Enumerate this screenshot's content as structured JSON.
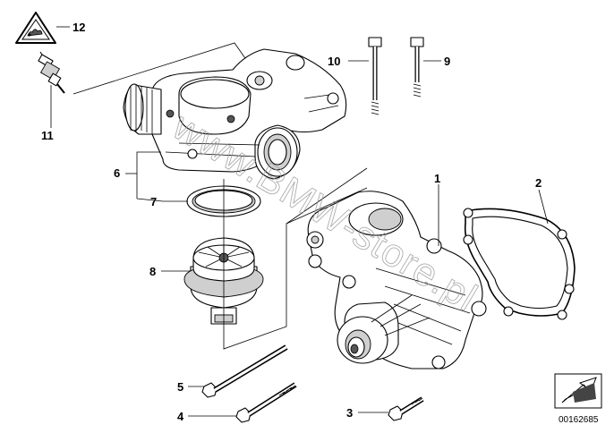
{
  "watermark": "www.BMW-store.pl",
  "catalog_number": "00162685",
  "callouts": [
    {
      "id": "1",
      "part": "water-pump"
    },
    {
      "id": "2",
      "part": "pump-gasket"
    },
    {
      "id": "3",
      "part": "short-hex-bolt"
    },
    {
      "id": "4",
      "part": "long-hex-bolt"
    },
    {
      "id": "5",
      "part": "hex-bolt"
    },
    {
      "id": "6",
      "part": "thermostat-housing"
    },
    {
      "id": "7",
      "part": "sealing-ring"
    },
    {
      "id": "8",
      "part": "thermostat"
    },
    {
      "id": "9",
      "part": "stud-bolt"
    },
    {
      "id": "10",
      "part": "long-stud-bolt"
    },
    {
      "id": "11",
      "part": "temperature-sensor"
    },
    {
      "id": "12",
      "part": "warning-triangle"
    }
  ],
  "icons": {
    "warning": "warning-triangle-icon",
    "view_direction": "arrow-icon"
  }
}
